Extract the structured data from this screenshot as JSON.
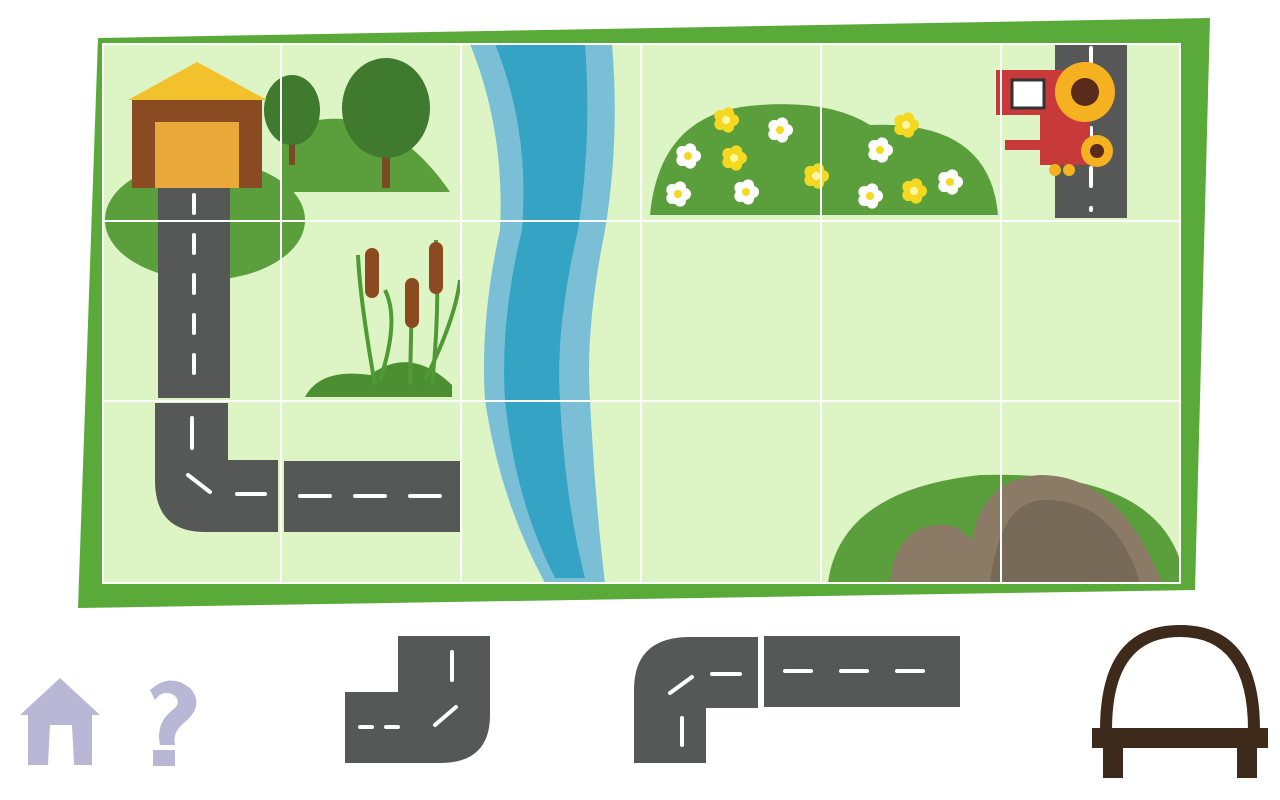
{
  "game": {
    "board": {
      "columns": 6,
      "rows": 3
    },
    "colors": {
      "board_border": "#5aaa3a",
      "board_fill": "#ddf5c4",
      "grid_line": "#ffffff",
      "road": "#555856",
      "road_mark": "#ffffff",
      "river_outer": "#7bbfd6",
      "river_inner": "#35a4c4",
      "hill": "#5b9e3c",
      "bridge": "#3d2a1a",
      "menu_icon": "#b9b7d6"
    },
    "toolbar": {
      "home_icon": "home-icon",
      "help_icon": "question-mark-icon"
    },
    "pieces": [
      "road-corner-piece",
      "road-corner-straight-piece",
      "bridge-piece"
    ]
  }
}
